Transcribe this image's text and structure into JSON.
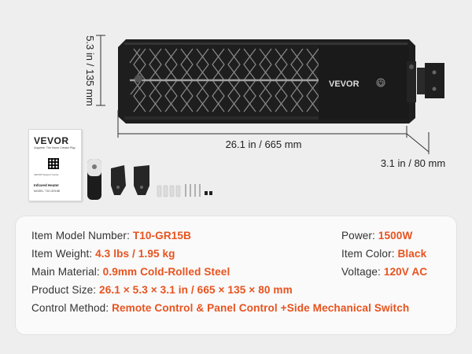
{
  "dimensions": {
    "height": "5.3 in / 135 mm",
    "width": "26.1 in / 665 mm",
    "depth": "3.1 in / 80 mm"
  },
  "heater": {
    "brand": "VEVOR"
  },
  "manual": {
    "brand": "VEVOR",
    "tagline": "Unpplete. The Home Creator Play",
    "support": "VEVOR Support Center",
    "title": "Infrared Heater",
    "model": "MODEL: T10-GR15B"
  },
  "specs": {
    "model_number": {
      "label": "Item Model Number: ",
      "value": "T10-GR15B"
    },
    "weight": {
      "label": "Item Weight: ",
      "value": "4.3 lbs / 1.95 kg"
    },
    "material": {
      "label": "Main Material: ",
      "value": "0.9mm Cold-Rolled Steel"
    },
    "size": {
      "label": "Product Size: ",
      "value": "26.1 × 5.3 × 3.1 in / 665 × 135 × 80 mm"
    },
    "control": {
      "label": "Control Method: ",
      "value": "Remote Control & Panel Control +Side Mechanical Switch"
    },
    "power": {
      "label": "Power: ",
      "value": "1500W"
    },
    "color": {
      "label": "Item Color: ",
      "value": "Black"
    },
    "voltage": {
      "label": "Voltage: ",
      "value": "120V AC"
    }
  },
  "colors": {
    "accent": "#e8531f",
    "text": "#333333",
    "background": "#eeeeee",
    "card": "#fafafa"
  }
}
